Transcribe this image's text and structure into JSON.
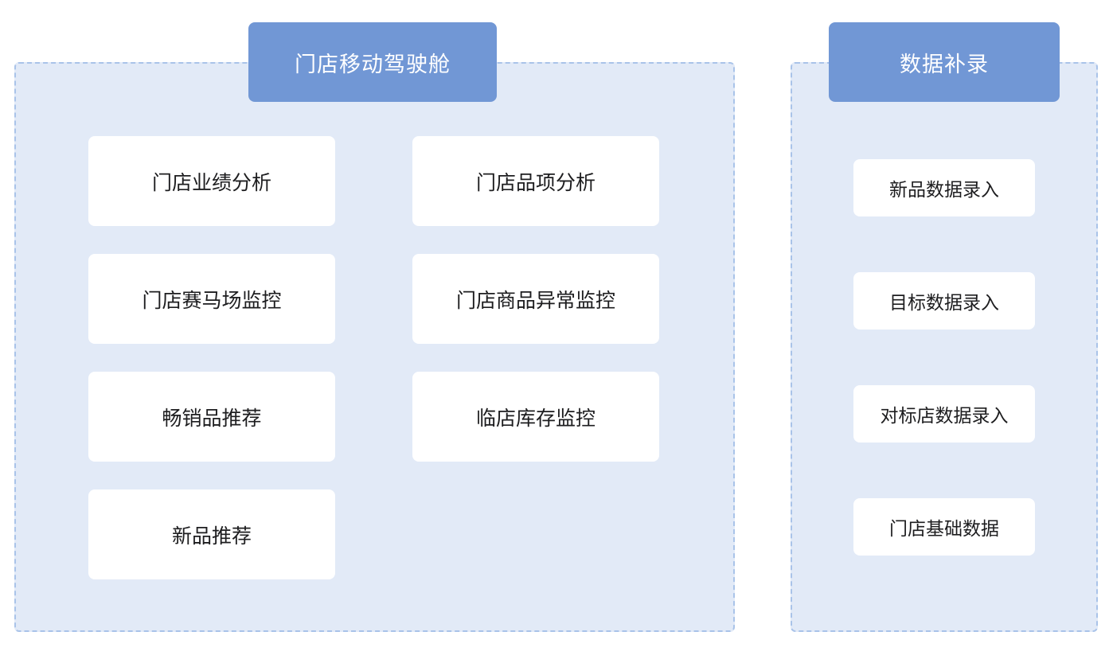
{
  "colors": {
    "header_blue": "#7197d5",
    "panel_fill": "#e2eaf7",
    "panel_dashed_border": "#a9c3e9",
    "card_white": "#ffffff",
    "card_text": "#1d1d1f",
    "page_background": "#ffffff"
  },
  "panels": [
    {
      "id": "store-mobile-cockpit",
      "header": "门店移动驾驶舱",
      "columns": [
        {
          "id": "left-column",
          "cards": [
            {
              "label": "门店业绩分析"
            },
            {
              "label": "门店赛马场监控"
            },
            {
              "label": "畅销品推荐"
            },
            {
              "label": "新品推荐"
            }
          ]
        },
        {
          "id": "right-column",
          "cards": [
            {
              "label": "门店品项分析"
            },
            {
              "label": "门店商品异常监控"
            },
            {
              "label": "临店库存监控"
            }
          ]
        }
      ]
    },
    {
      "id": "data-supplement",
      "header": "数据补录",
      "columns": [
        {
          "id": "entry-column",
          "cards": [
            {
              "label": "新品数据录入"
            },
            {
              "label": "目标数据录入"
            },
            {
              "label": "对标店数据录入"
            },
            {
              "label": "门店基础数据"
            }
          ]
        }
      ]
    }
  ]
}
